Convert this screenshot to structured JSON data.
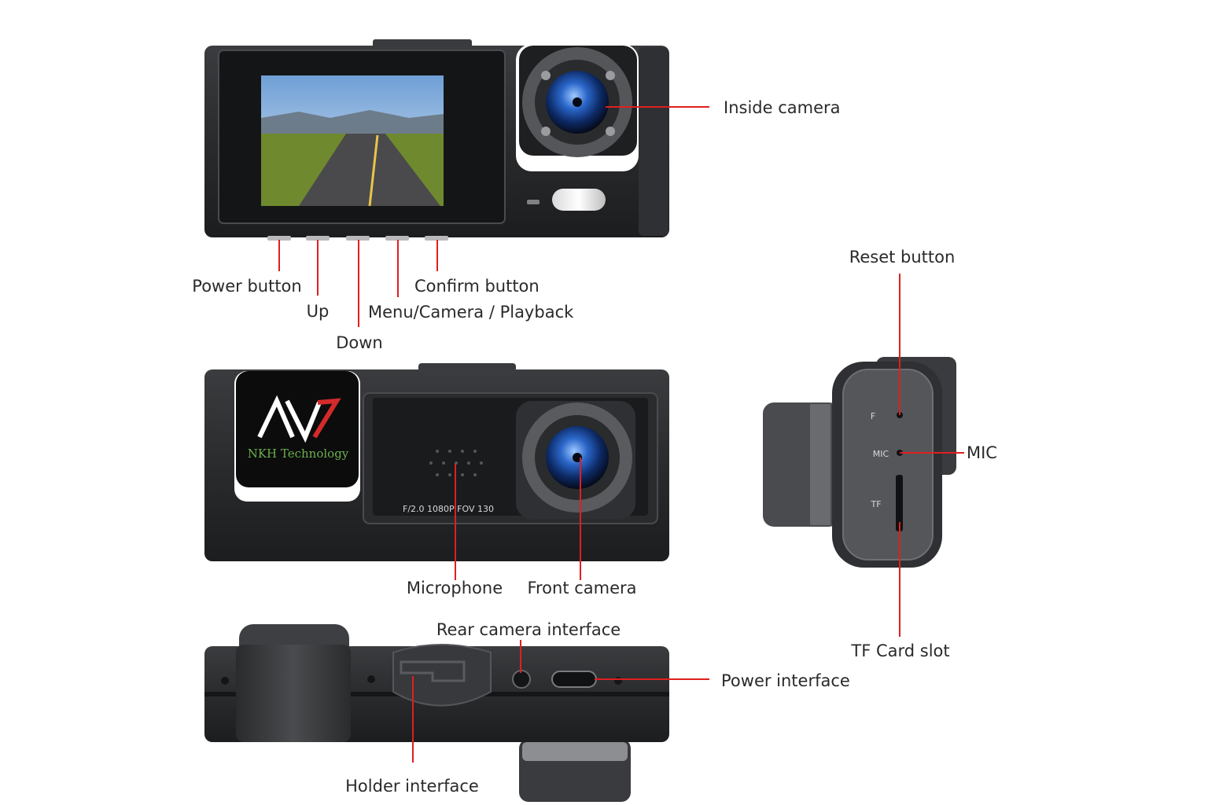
{
  "logo": {
    "brand_text": "NKH Technology"
  },
  "front_print": "F/2.0 1080P FOV 130",
  "side_marks": {
    "f": "F",
    "mic": "MIC",
    "tf": "TF"
  },
  "labels": {
    "inside_camera": "Inside camera",
    "power_button": "Power button",
    "up": "Up",
    "down": "Down",
    "menu_camera_playback": "Menu/Camera / Playback",
    "confirm_button": "Confirm button",
    "reset_button": "Reset button",
    "mic": "MIC",
    "microphone": "Microphone",
    "front_camera": "Front camera",
    "tf_card_slot": "TF Card slot",
    "rear_camera_interface": "Rear camera interface",
    "power_interface": "Power interface",
    "holder_interface": "Holder interface"
  },
  "colors": {
    "leader_line": "#e01f1f",
    "body_dark": "#2b2c2e",
    "logo_green": "#6ab04c",
    "logo_red": "#d42a2a"
  }
}
